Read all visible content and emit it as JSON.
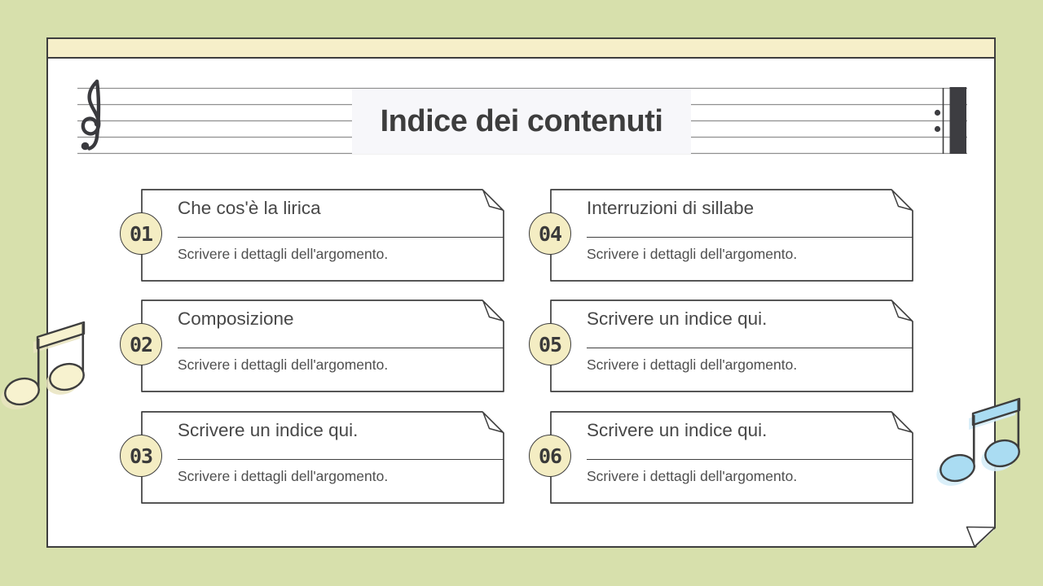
{
  "slide": {
    "title": "Indice dei contenuti",
    "items": [
      {
        "number": "01",
        "title": "Che cos'è la lirica",
        "description": "Scrivere i dettagli dell'argomento."
      },
      {
        "number": "02",
        "title": "Composizione",
        "description": "Scrivere i dettagli dell'argomento."
      },
      {
        "number": "03",
        "title": "Scrivere un indice qui.",
        "description": "Scrivere i dettagli dell'argomento."
      },
      {
        "number": "04",
        "title": "Interruzioni di sillabe",
        "description": "Scrivere i dettagli dell'argomento."
      },
      {
        "number": "05",
        "title": "Scrivere un indice qui.",
        "description": "Scrivere i dettagli dell'argomento."
      },
      {
        "number": "06",
        "title": "Scrivere un indice qui.",
        "description": "Scrivere i dettagli dell'argomento."
      }
    ],
    "decorations": {
      "treble_clef": "treble-clef-icon",
      "end_barline": "end-repeat-barline-icon",
      "left_note": "beamed-eighth-notes-icon",
      "right_note": "beamed-eighth-notes-icon",
      "slide_fold": "folded-corner-icon"
    },
    "colors": {
      "background": "#d7e0ac",
      "slide": "#ffffff",
      "top_bar": "#f6efc9",
      "badge_fill": "#f4edc3",
      "ink": "#3e3e3e",
      "staff_line": "#8f8f8f",
      "note_left": "#f7f2cf",
      "note_right": "#aadcf2",
      "title_panel": "#f7f7fa"
    }
  }
}
